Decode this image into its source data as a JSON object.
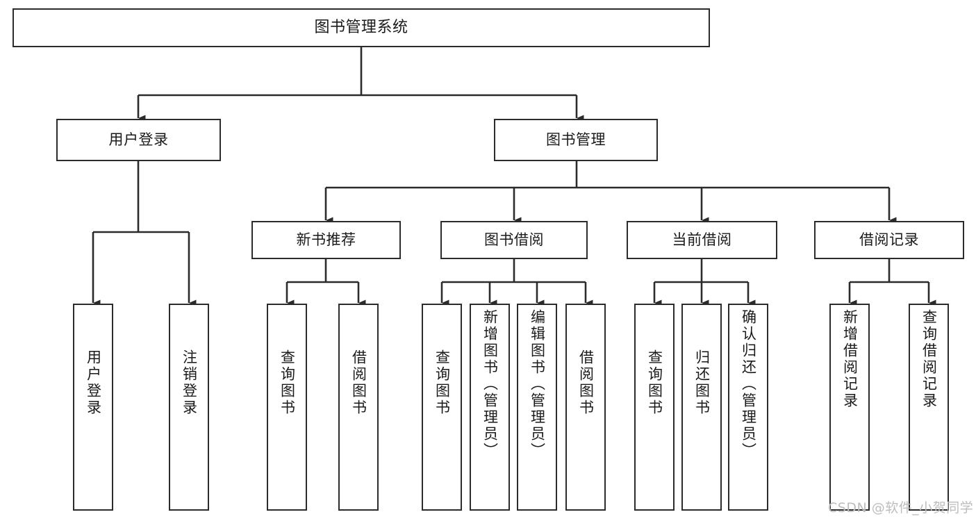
{
  "diagram": {
    "title": "图书管理系统",
    "type": "tree",
    "watermark": "CSDN @软件_小贺同学",
    "colors": {
      "box_border": "#2b2b2b",
      "box_fill": "#ffffff",
      "connector": "#2b2b2b",
      "text": "#1a1a1a",
      "watermark": "#bdbdbd"
    },
    "nodes": {
      "root": {
        "label": "图书管理系统"
      },
      "level2": [
        {
          "id": "user-login",
          "label": "用户登录"
        },
        {
          "id": "book-management",
          "label": "图书管理"
        }
      ],
      "level3": [
        {
          "id": "new-book-recommend",
          "label": "新书推荐"
        },
        {
          "id": "book-borrow",
          "label": "图书借阅"
        },
        {
          "id": "current-borrow",
          "label": "当前借阅"
        },
        {
          "id": "borrow-record",
          "label": "借阅记录"
        }
      ],
      "leaves": {
        "user-login": [
          {
            "id": "leaf-user-login",
            "label": "用户登录"
          },
          {
            "id": "leaf-user-logout",
            "label": "注销登录"
          }
        ],
        "new-book-recommend": [
          {
            "id": "leaf-query-book-1",
            "label": "查询图书"
          },
          {
            "id": "leaf-borrow-book-1",
            "label": "借阅图书"
          }
        ],
        "book-borrow": [
          {
            "id": "leaf-query-book-2",
            "label": "查询图书"
          },
          {
            "id": "leaf-add-book-admin",
            "label": "新增图书（管理员）"
          },
          {
            "id": "leaf-edit-book-admin",
            "label": "编辑图书（管理员）"
          },
          {
            "id": "leaf-borrow-book-2",
            "label": "借阅图书"
          }
        ],
        "current-borrow": [
          {
            "id": "leaf-query-book-3",
            "label": "查询图书"
          },
          {
            "id": "leaf-return-book",
            "label": "归还图书"
          },
          {
            "id": "leaf-confirm-return-admin",
            "label": "确认归还（管理员）"
          }
        ],
        "borrow-record": [
          {
            "id": "leaf-add-borrow-record",
            "label": "新增借阅记录"
          },
          {
            "id": "leaf-query-borrow-record",
            "label": "查询借阅记录"
          }
        ]
      }
    }
  }
}
